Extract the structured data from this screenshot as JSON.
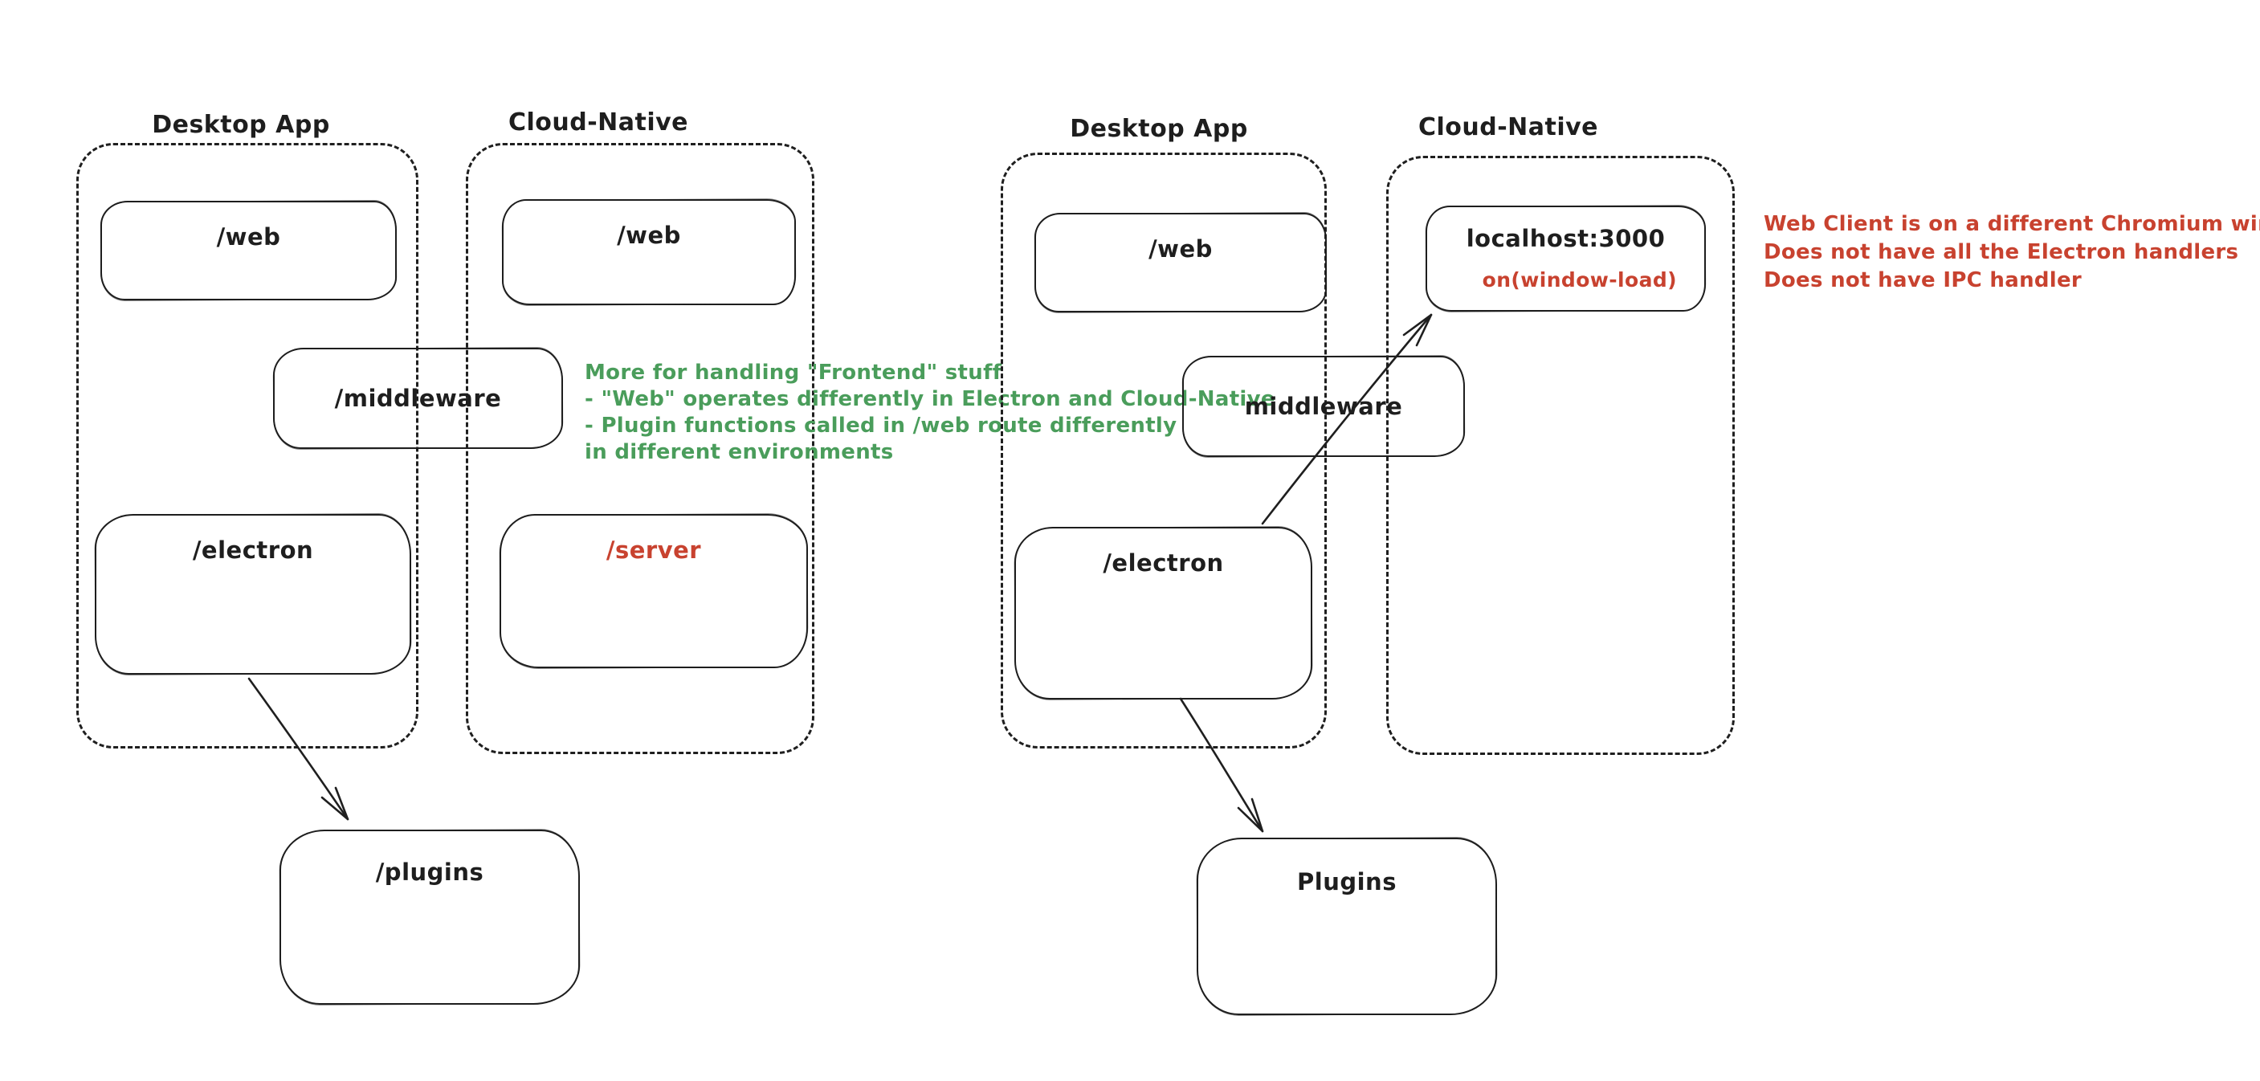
{
  "colors": {
    "stroke": "#1e1e1e",
    "green_note": "#4a9d5b",
    "red_note": "#c8422f",
    "background": "#ffffff"
  },
  "left_diagram": {
    "desktop": {
      "title": "Desktop App",
      "web_label": "/web",
      "electron_label": "/electron"
    },
    "cloud": {
      "title": "Cloud-Native",
      "web_label": "/web",
      "server_label": "/server"
    },
    "middleware_label": "/middleware",
    "plugins_label": "/plugins",
    "green_note": {
      "lines": [
        "More for handling \"Frontend\" stuff",
        "- \"Web\" operates differently in Electron and Cloud-Native",
        "- Plugin functions called in /web route differently",
        "in different environments"
      ]
    }
  },
  "right_diagram": {
    "desktop": {
      "title": "Desktop App",
      "web_label": "/web",
      "electron_label": "/electron"
    },
    "cloud": {
      "title": "Cloud-Native",
      "localhost_label": "localhost:3000",
      "on_window_load_label": "on(window-load)"
    },
    "middleware_label": "middleware",
    "plugins_label": "Plugins",
    "red_note": {
      "lines": [
        "Web Client is on a different Chromium window",
        "Does not have all the Electron handlers",
        "Does not have IPC handler"
      ]
    }
  }
}
